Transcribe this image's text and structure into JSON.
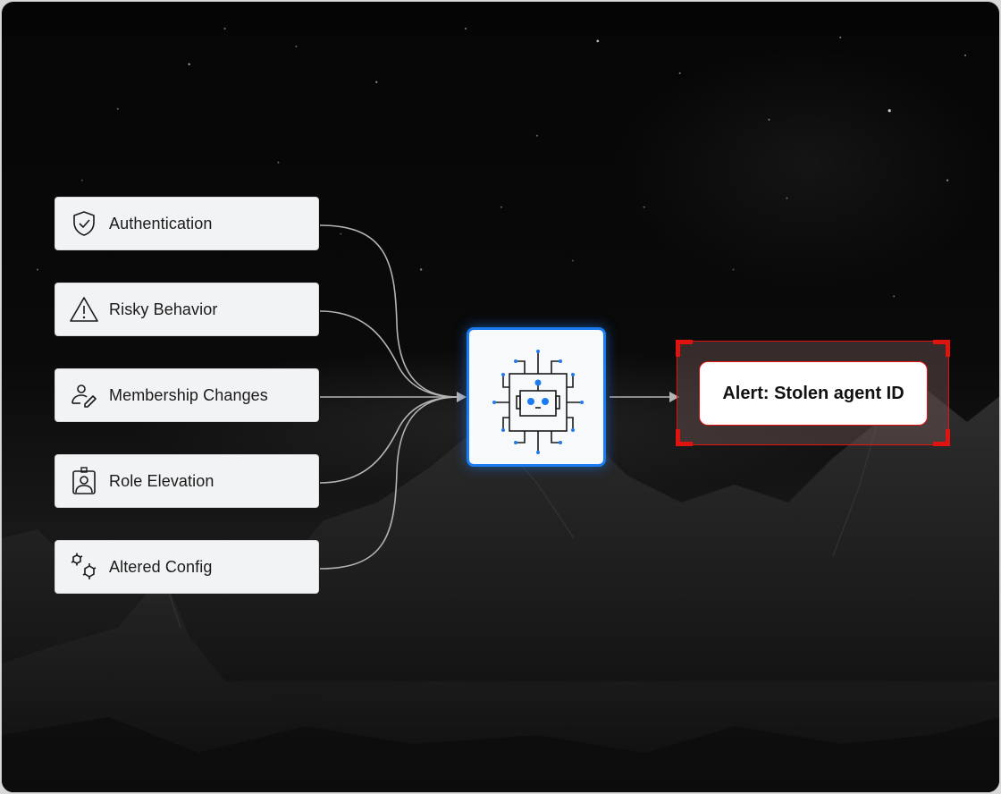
{
  "diagram": {
    "inputs": [
      {
        "label": "Authentication",
        "icon": "shield-check-icon"
      },
      {
        "label": "Risky Behavior",
        "icon": "warning-triangle-icon"
      },
      {
        "label": "Membership Changes",
        "icon": "user-edit-icon"
      },
      {
        "label": "Role Elevation",
        "icon": "id-badge-icon"
      },
      {
        "label": "Altered Config",
        "icon": "gears-icon"
      }
    ],
    "hub": {
      "icon": "robot-chip-icon"
    },
    "output": {
      "label": "Alert: Stolen agent ID"
    }
  },
  "colors": {
    "accent_blue": "#1a7cf0",
    "alert_red": "#e0140f",
    "card_bg": "#f2f3f5",
    "connector": "#b4b4b4"
  }
}
